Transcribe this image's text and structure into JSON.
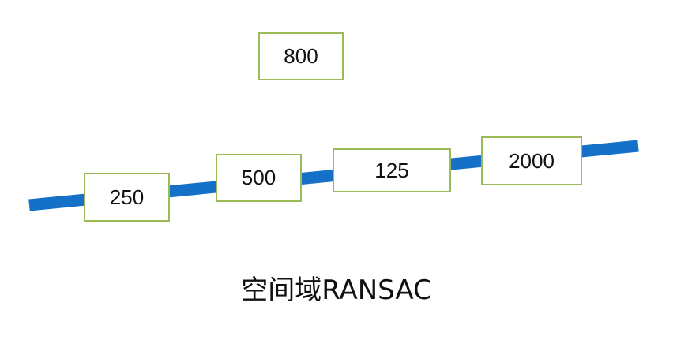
{
  "colors": {
    "line": "#1570c8",
    "box_border": "#9bbb59",
    "text": "#111111"
  },
  "boxes": {
    "box_800": "800",
    "box_250": "250",
    "box_500": "500",
    "box_125": "125",
    "box_2000": "2000"
  },
  "caption": "空间域RANSAC"
}
